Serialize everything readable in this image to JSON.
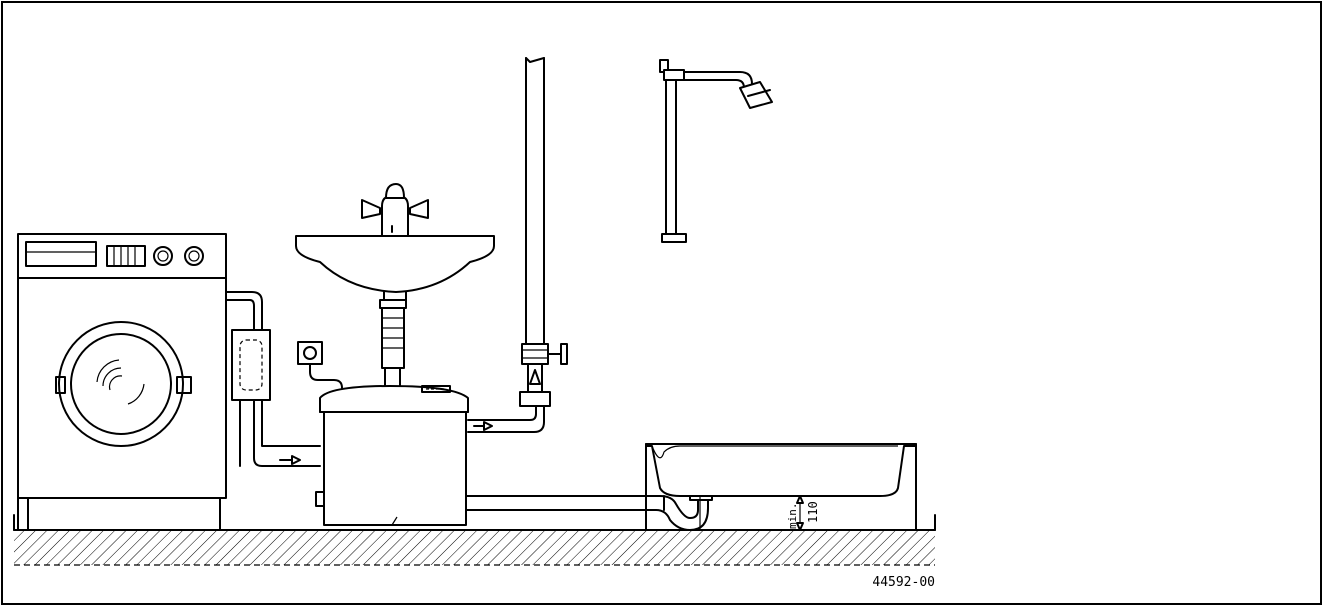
{
  "drawing": {
    "reference_number": "44592-00",
    "dimension": {
      "prefix": "min.",
      "value": "110"
    }
  },
  "colors": {
    "line": "#000000",
    "background": "#ffffff"
  },
  "icons": [
    "washing-machine-icon",
    "washbasin-icon",
    "faucet-icon",
    "shower-icon",
    "bathtub-icon",
    "lifting-station-icon",
    "power-socket-icon",
    "valve-icon",
    "flow-arrow-icon"
  ]
}
